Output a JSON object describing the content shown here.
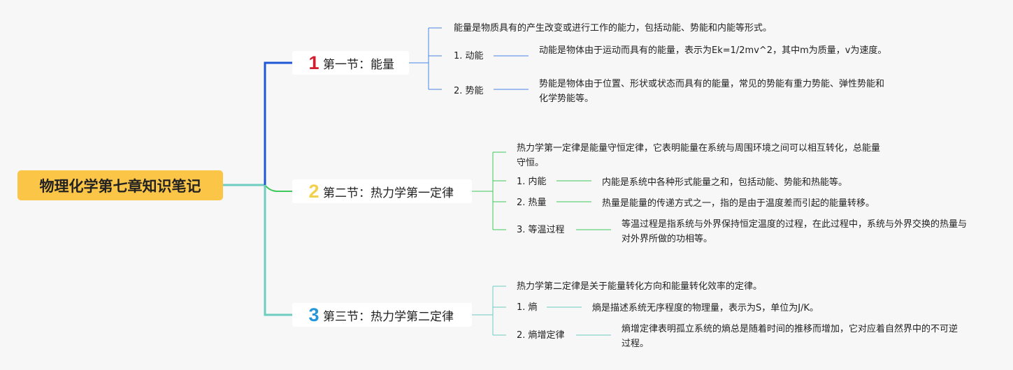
{
  "root": {
    "title": "物理化学第七章知识笔记"
  },
  "sections": [
    {
      "number": "1",
      "title": "第一节：能量",
      "accent": "#1d57d8",
      "number_color": "#d21e2e",
      "intro": "能量是物质具有的产生改变或进行工作的能力，包括动能、势能和内能等形式。",
      "items": [
        {
          "label": "1. 动能",
          "detail": "动能是物体由于运动而具有的能量，表示为Ek=1/2mv^2，其中m为质量，v为速度。"
        },
        {
          "label": "2. 势能",
          "detail": "势能是物体由于位置、形状或状态而具有的能量，常见的势能有重力势能、弹性势能和化学势能等。"
        }
      ]
    },
    {
      "number": "2",
      "title": "第二节：热力学第一定律",
      "accent": "#3ec95a",
      "number_color": "#f3d04c",
      "intro": "热力学第一定律是能量守恒定律，它表明能量在系统与周围环境之间可以相互转化，总能量守恒。",
      "items": [
        {
          "label": "1. 内能",
          "detail": "内能是系统中各种形式能量之和，包括动能、势能和热能等。"
        },
        {
          "label": "2. 热量",
          "detail": "热量是能量的传递方式之一，指的是由于温度差而引起的能量转移。"
        },
        {
          "label": "3. 等温过程",
          "detail": "等温过程是指系统与外界保持恒定温度的过程，在此过程中，系统与外界交换的热量与对外界所做的功相等。"
        }
      ]
    },
    {
      "number": "3",
      "title": "第三节：热力学第二定律",
      "accent": "#6fcdc0",
      "number_color": "#2596d9",
      "intro": "热力学第二定律是关于能量转化方向和能量转化效率的定律。",
      "items": [
        {
          "label": "1. 熵",
          "detail": "熵是描述系统无序程度的物理量，表示为S，单位为J/K。"
        },
        {
          "label": "2. 熵增定律",
          "detail": "熵增定律表明孤立系统的熵总是随着时间的推移而增加，它对应着自然界中的不可逆过程。"
        }
      ]
    }
  ]
}
